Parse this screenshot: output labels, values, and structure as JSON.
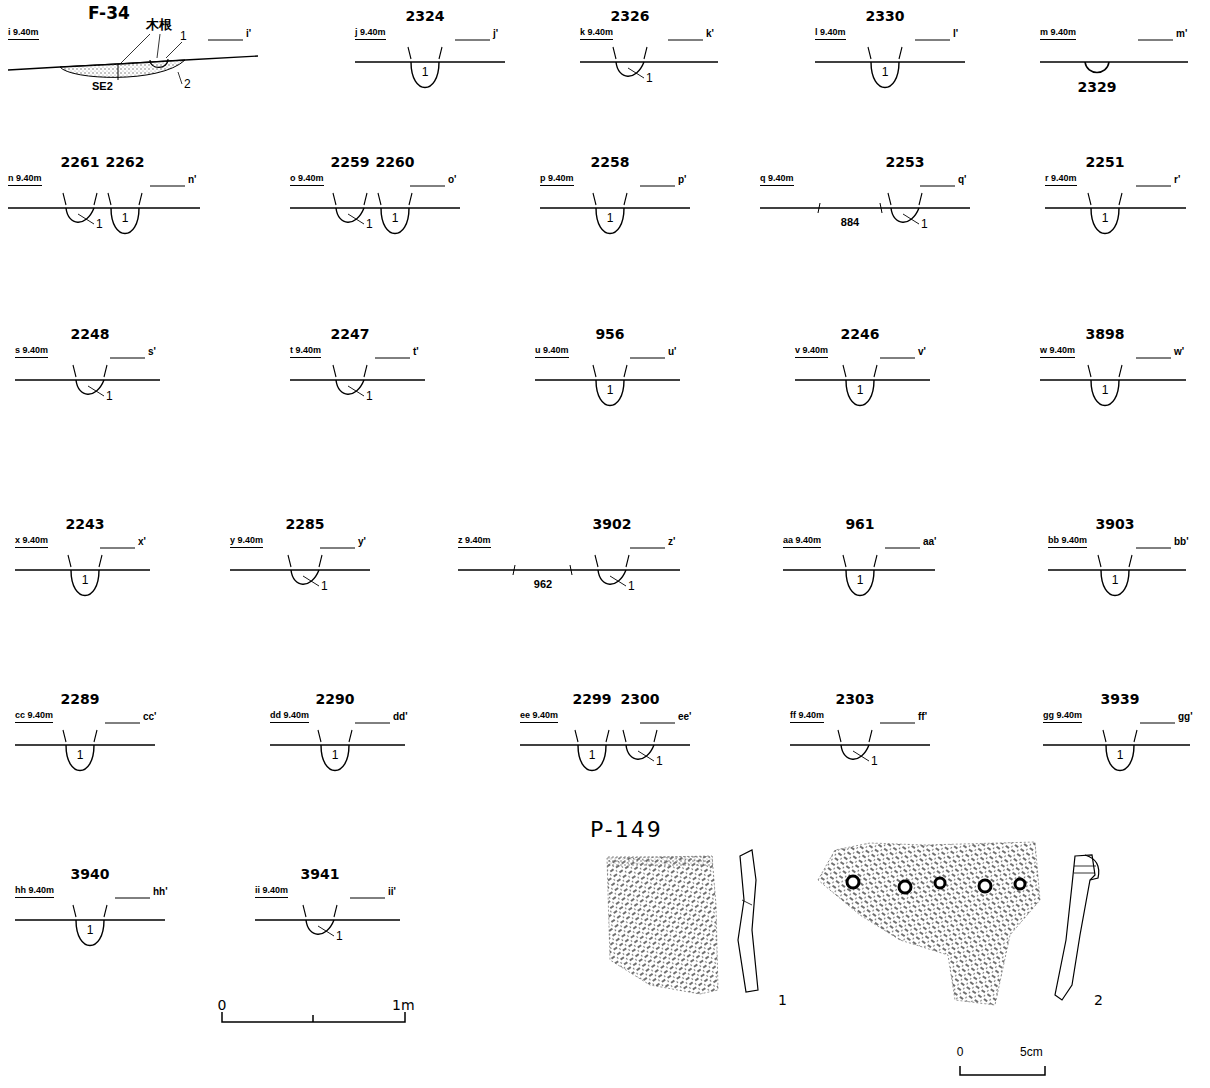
{
  "diagram": {
    "labels": [
      "F-34",
      "i 9.40m",
      "i'",
      "木根",
      "1",
      "2",
      "SE2",
      "j 9.40m",
      "2324",
      "j'",
      "1",
      "k 9.40m",
      "2326",
      "k'",
      "1",
      "l 9.40m",
      "2330",
      "l'",
      "1",
      "m 9.40m",
      "m'",
      "2329",
      "n 9.40m",
      "2261",
      "2262",
      "n'",
      "1",
      "1",
      "o 9.40m",
      "2259",
      "2260",
      "o'",
      "1",
      "1",
      "p 9.40m",
      "2258",
      "p'",
      "1",
      "q 9.40m",
      "2253",
      "q'",
      "1",
      "884",
      "r 9.40m",
      "2251",
      "r'",
      "1",
      "s 9.40m",
      "2248",
      "s'",
      "1",
      "t 9.40m",
      "2247",
      "t'",
      "1",
      "u 9.40m",
      "956",
      "u'",
      "1",
      "v 9.40m",
      "2246",
      "v'",
      "1",
      "w 9.40m",
      "3898",
      "w'",
      "1",
      "x 9.40m",
      "2243",
      "x'",
      "1",
      "y 9.40m",
      "2285",
      "y'",
      "1",
      "z 9.40m",
      "3902",
      "z'",
      "1",
      "962",
      "aa 9.40m",
      "961",
      "aa'",
      "1",
      "bb 9.40m",
      "3903",
      "bb'",
      "1",
      "cc 9.40m",
      "2289",
      "cc'",
      "1",
      "dd 9.40m",
      "2290",
      "dd'",
      "1",
      "ee 9.40m",
      "2299",
      "2300",
      "ee'",
      "1",
      "1",
      "ff 9.40m",
      "2303",
      "ff'",
      "1",
      "gg 9.40m",
      "3939",
      "gg'",
      "1",
      "hh 9.40m",
      "3940",
      "hh'",
      "1",
      "ii 9.40m",
      "3941",
      "ii'",
      "1",
      "0",
      "1m",
      "P-149",
      "1",
      "2",
      "0",
      "5cm"
    ]
  }
}
